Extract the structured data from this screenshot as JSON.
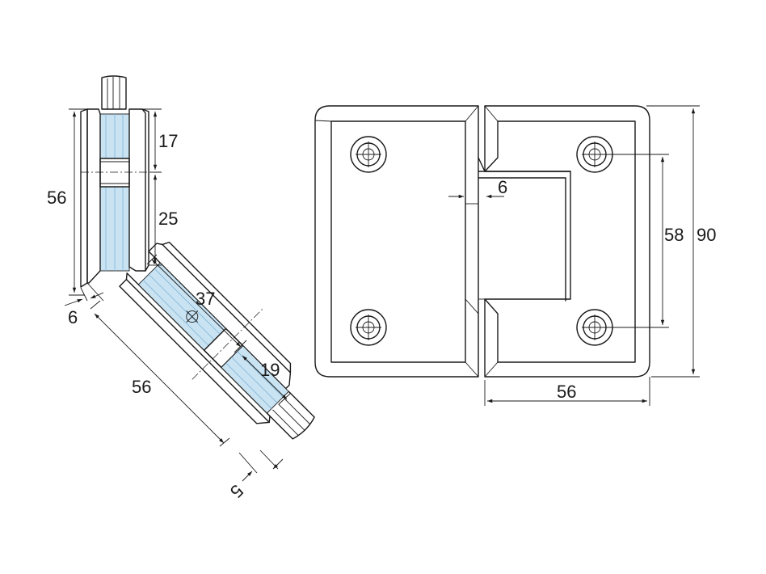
{
  "colors": {
    "line": "#1a1a1a",
    "glass": "#c9e3f2",
    "glass_stroke": "#7fb4d6",
    "background": "#ffffff"
  },
  "side_view": {
    "dim_total_height": "56",
    "dim_top_segment": "17",
    "dim_lower_segment": "25",
    "dim_gap": "6",
    "dim_angled_length": "37",
    "dim_angled_segment": "19",
    "dim_angled_total": "56",
    "dim_glass_thickness": "5"
  },
  "front_view": {
    "dim_offset": "6",
    "dim_hole_spacing": "58",
    "dim_total_height": "90",
    "dim_leaf_width": "56"
  }
}
